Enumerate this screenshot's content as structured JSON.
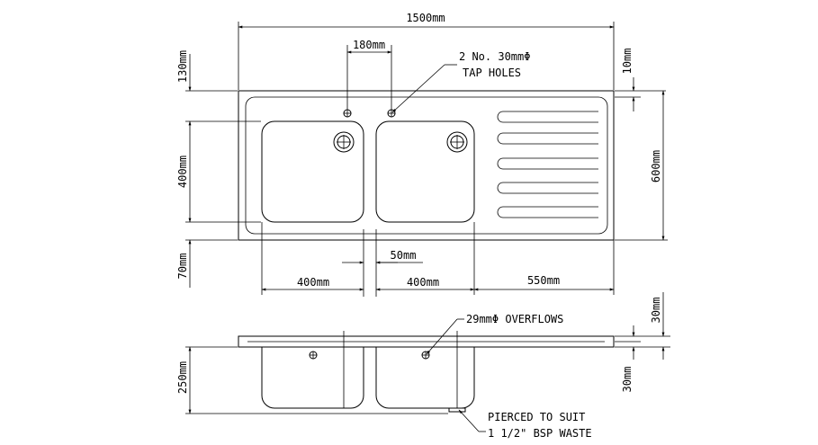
{
  "dimensions": {
    "overall_width": "1500mm",
    "tap_spacing": "180mm",
    "back_upstand": "130mm",
    "bowl_length": "400mm",
    "front_margin": "70mm",
    "rim_top": "10mm",
    "overall_depth": "600mm",
    "bowl_gap": "50mm",
    "bowl_width_left": "400mm",
    "bowl_width_right": "400mm",
    "drainer_width": "550mm",
    "bowl_depth": "250mm",
    "section_top": "30mm",
    "section_bottom": "30mm"
  },
  "notes": {
    "tap_holes_line1": "2 No. 30mmΦ",
    "tap_holes_line2": "TAP HOLES",
    "overflows": "29mmΦ OVERFLOWS",
    "waste_line1": "PIERCED TO SUIT",
    "waste_line2": "1 1/2\" BSP WASTE"
  }
}
